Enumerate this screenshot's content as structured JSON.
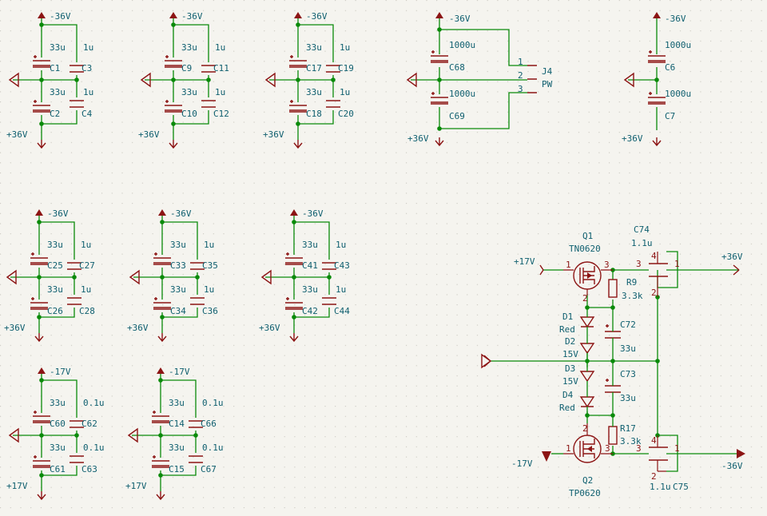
{
  "colors": {
    "wire": "#0a8a0a",
    "symbol": "#8c1414",
    "text": "#0f5f6f",
    "background": "#f5f4ef"
  },
  "decoupling_groups": [
    {
      "top_net": "-36V",
      "bottom_net": "+36V",
      "top_cap": {
        "ref": "C1",
        "value": "33u"
      },
      "bot_cap": {
        "ref": "C2",
        "value": "33u"
      },
      "top_film": {
        "ref": "C3",
        "value": "1u"
      },
      "bot_film": {
        "ref": "C4",
        "value": "1u"
      }
    },
    {
      "top_net": "-36V",
      "bottom_net": "+36V",
      "top_cap": {
        "ref": "C9",
        "value": "33u"
      },
      "bot_cap": {
        "ref": "C10",
        "value": "33u"
      },
      "top_film": {
        "ref": "C11",
        "value": "1u"
      },
      "bot_film": {
        "ref": "C12",
        "value": "1u"
      }
    },
    {
      "top_net": "-36V",
      "bottom_net": "+36V",
      "top_cap": {
        "ref": "C17",
        "value": "33u"
      },
      "bot_cap": {
        "ref": "C18",
        "value": "33u"
      },
      "top_film": {
        "ref": "C19",
        "value": "1u"
      },
      "bot_film": {
        "ref": "C20",
        "value": "1u"
      }
    },
    {
      "top_net": "-36V",
      "bottom_net": "+36V",
      "top_cap": {
        "ref": "C25",
        "value": "33u"
      },
      "bot_cap": {
        "ref": "C26",
        "value": "33u"
      },
      "top_film": {
        "ref": "C27",
        "value": "1u"
      },
      "bot_film": {
        "ref": "C28",
        "value": "1u"
      }
    },
    {
      "top_net": "-36V",
      "bottom_net": "+36V",
      "top_cap": {
        "ref": "C33",
        "value": "33u"
      },
      "bot_cap": {
        "ref": "C34",
        "value": "33u"
      },
      "top_film": {
        "ref": "C35",
        "value": "1u"
      },
      "bot_film": {
        "ref": "C36",
        "value": "1u"
      }
    },
    {
      "top_net": "-36V",
      "bottom_net": "+36V",
      "top_cap": {
        "ref": "C41",
        "value": "33u"
      },
      "bot_cap": {
        "ref": "C42",
        "value": "33u"
      },
      "top_film": {
        "ref": "C43",
        "value": "1u"
      },
      "bot_film": {
        "ref": "C44",
        "value": "1u"
      }
    },
    {
      "top_net": "-17V",
      "bottom_net": "+17V",
      "top_cap": {
        "ref": "C60",
        "value": "33u"
      },
      "bot_cap": {
        "ref": "C61",
        "value": "33u"
      },
      "top_film": {
        "ref": "C62",
        "value": "0.1u"
      },
      "bot_film": {
        "ref": "C63",
        "value": "0.1u"
      }
    },
    {
      "top_net": "-17V",
      "bottom_net": "+17V",
      "top_cap": {
        "ref": "C14",
        "value": "33u"
      },
      "bot_cap": {
        "ref": "C15",
        "value": "33u"
      },
      "top_film": {
        "ref": "C66",
        "value": "0.1u"
      },
      "bot_film": {
        "ref": "C67",
        "value": "0.1u"
      }
    }
  ],
  "connector_group": {
    "top_net": "-36V",
    "bottom_net": "+36V",
    "top_cap": {
      "ref": "C68",
      "value": "1000u"
    },
    "bot_cap": {
      "ref": "C69",
      "value": "1000u"
    },
    "connector": {
      "ref": "J4",
      "name": "PW",
      "pins": [
        "1",
        "2",
        "3"
      ]
    }
  },
  "bulk_pair": {
    "top_net": "-36V",
    "bottom_net": "+36V",
    "top_cap": {
      "ref": "C6",
      "value": "1000u"
    },
    "bot_cap": {
      "ref": "C7",
      "value": "1000u"
    }
  },
  "regulator": {
    "q1": {
      "ref": "Q1",
      "part": "TN0620"
    },
    "q2": {
      "ref": "Q2",
      "part": "TP0620"
    },
    "in_pos": "+17V",
    "in_neg": "-17V",
    "out_pos": "+36V",
    "out_neg": "-36V",
    "c74": {
      "ref": "C74",
      "value": "1.1u"
    },
    "c75": {
      "ref": "C75",
      "value": "1.1u"
    },
    "r9": {
      "ref": "R9",
      "value": "3.3k"
    },
    "r17": {
      "ref": "R17",
      "value": "3.3k"
    },
    "c72": {
      "ref": "C72",
      "value": "33u"
    },
    "c73": {
      "ref": "C73",
      "value": "33u"
    },
    "d1": {
      "ref": "D1",
      "value": "Red"
    },
    "d2": {
      "ref": "D2",
      "value": "15V"
    },
    "d3": {
      "ref": "D3",
      "value": "15V"
    },
    "d4": {
      "ref": "D4",
      "value": "Red"
    },
    "pin_labels": [
      "1",
      "2",
      "3",
      "4"
    ]
  }
}
